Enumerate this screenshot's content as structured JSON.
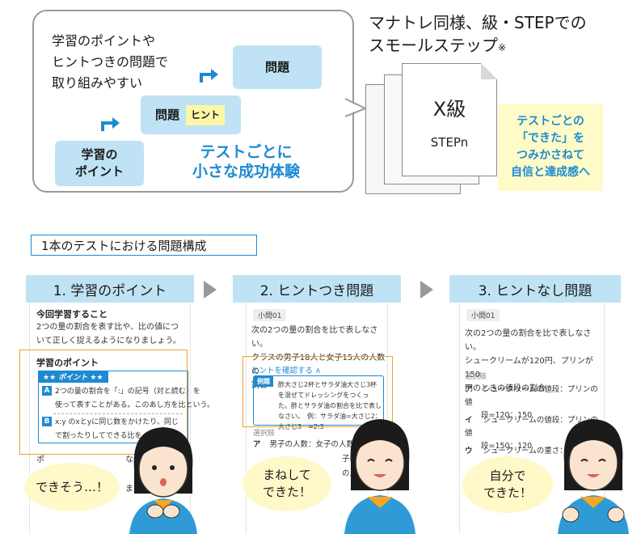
{
  "top": {
    "bubble_lines": [
      "学習のポイントや",
      "ヒントつきの問題で",
      "取り組みやすい"
    ],
    "box_point": [
      "学習の",
      "ポイント"
    ],
    "box_mondai_hint": "問題",
    "hint_tag": "ヒント",
    "box_mondai": "問題",
    "success_lines": [
      "テストごとに",
      "小さな成功体験"
    ],
    "small_step_line1": "マナトレ同様、級・STEPでの",
    "small_step_line2": "スモールステップ",
    "small_step_note": "※",
    "paper_title": "X級",
    "paper_sub": "STEPn",
    "yellow_lines": [
      "テストごとの",
      "「できた」を",
      "つみかさねて",
      "自信と達成感へ"
    ]
  },
  "section_label": "1本のテストにおける問題構成",
  "steps": [
    {
      "label": "1. 学習のポイント"
    },
    {
      "label": "2. ヒントつき問題"
    },
    {
      "label": "3. ヒントなし問題"
    }
  ],
  "panel1": {
    "heading": "今回学習すること",
    "body_lines": [
      "2つの量の割合を表す比や、比の値につ",
      "いて正しく捉えるようになりましょう。"
    ],
    "point_title": "学習のポイント",
    "point_tag": "★★ ポイント ★★",
    "lines": [
      {
        "letter": "A",
        "text": "2つの量の割合を「:」の記号（対と読む）を"
      },
      {
        "letter": "",
        "text": "使って表すことがある。このあし方を比という。"
      },
      {
        "letter": "B",
        "text": "x:y のxとyに同じ数をかけたり、同じ"
      },
      {
        "letter": "",
        "text": "で割ったりしてできる比を、「等しい"
      }
    ],
    "cutoff_1": "ポ",
    "cutoff_2": "ながら、",
    "cutoff_3": "ましょう"
  },
  "panel2": {
    "qnum": "小問01",
    "body_lines": [
      "次の2つの量の割合を比で表しなさい。",
      "クラスの男子18人と女子15人の人数の",
      "割合"
    ],
    "hint_link": "ヒントを確認する ∧",
    "hint_label": "例題",
    "hint_text": "酢大さじ2杯とサラダ油大さじ3杯を混ぜてドレッシングをつくった。酢とサラダ油の割合を比で表しなさい。　例：サラダ油=大さじ2：大さじ3　=2:3",
    "choices_label": "選択肢",
    "choices": [
      {
        "mark": "ア",
        "text": "男子の人数：女子の人数=18"
      },
      {
        "mark": "イ",
        "text": "子の人数"
      },
      {
        "mark": "",
        "text": "の人数"
      }
    ]
  },
  "panel3": {
    "qnum": "小問01",
    "body_lines": [
      "次の2つの量の割合を比で表しなさい。",
      "シュークリームが120円、プリンが150",
      "円のときの値段の割合"
    ],
    "choices_label": "選択肢",
    "choices": [
      {
        "mark": "ア",
        "lines": [
          "シュークリームの値段：プリンの値",
          "段=120：150"
        ]
      },
      {
        "mark": "イ",
        "lines": [
          "シュークリームの値段：プリンの値",
          "段=150：120"
        ]
      },
      {
        "mark": "ウ",
        "lines": [
          "シュークリームの重さ：プリ"
        ]
      }
    ]
  },
  "speech": [
    {
      "lines": [
        "できそう…！"
      ]
    },
    {
      "lines": [
        "まねして",
        "できた！"
      ]
    },
    {
      "lines": [
        "自分で",
        "できた！"
      ]
    }
  ],
  "colors": {
    "accent_blue": "#1d8ad1",
    "light_blue": "#bfe3f4",
    "orange": "#f0a232",
    "yellow": "#fffbc8"
  }
}
